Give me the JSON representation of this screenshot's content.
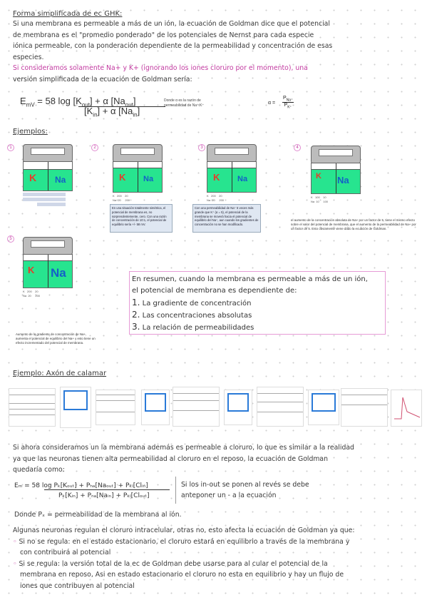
{
  "section1": {
    "title": "Forma simplificada de ec GHK:",
    "lines": [
      "Si una membrana es permeable a más de un ión, la ecuación de Goldman dice que el potencial",
      "de membrana es el \"promedio ponderado\" de los potenciales de Nernst para cada especie",
      "iónica permeable, con la ponderación dependiente de la permeabilidad y concentración de esas",
      "especies."
    ],
    "pink_line": "Si consideramos solamente Na+ y K+ (ignorando los iones cloruro por el momento), una",
    "line_after": "versión simplificada de la ecuación de Goldman sería:"
  },
  "formula1": {
    "lhs": "E",
    "lhs_sub": "mV",
    "eq": " =  58 log ",
    "numerator": "[K",
    "num_sub1": "out",
    "num_mid": "] + α [Na",
    "num_sub2": "out",
    "num_end": "]",
    "denominator": "[K",
    "den_sub1": "in",
    "den_mid": "] + α [Na",
    "den_sub2": "in",
    "den_end": "]",
    "note": "Donde α es la razón de permeabilidad de Na⁺:K⁺",
    "alpha_label": "α = ",
    "alpha_num": "P",
    "alpha_num_sub": "Na⁺",
    "alpha_den": "P",
    "alpha_den_sub": "K⁺"
  },
  "examples_title": "Ejemplos:",
  "experiments": [
    {
      "num": "1",
      "k": "K",
      "na": "Na"
    },
    {
      "num": "2",
      "k": "K",
      "na": "Na",
      "caption": "En una situación totalmente simétrica, el potencial de membrana es, no sorprendentemente, cero. Con una razón de concentración de 10:1, el potencial de equilibrio sería +/- 58 mV."
    },
    {
      "num": "3",
      "k": "K",
      "na": "Na",
      "caption": "Con una permeabilidad de Na⁺ 5 veces más grande que K⁺ (α = 5), el potencial de la membrana se moverá hacia el potencial de equilibrio del Na⁺, aun cuando los gradientes de concentración no se han modificado."
    },
    {
      "num": "4",
      "k": "K",
      "na": "Na",
      "caption": "el aumento de la concentración absoluta de Na+ por un factor de 5, tiene el mismo efecto sobre el valor del potencial de membrana, que el aumento de la permeabilidad de Na+ por un factor de 5. Esto obviamente viene dado la ecuación de Goldman."
    },
    {
      "num": "5",
      "k": "K",
      "na": "Na",
      "caption": "Aumento de la gradiente de concentración de Na+, aumenta el potencial de equilibrio del Na+ y esto tiene un efecto incrementado del potencial de membrana."
    }
  ],
  "summary": {
    "intro1": "En resumen, cuando la membrana es permeable a más de un ión,",
    "intro2": "el potencial de membrana es dependiente de:",
    "items": [
      {
        "n": "1.",
        "text": "La gradiente de concentración"
      },
      {
        "n": "2.",
        "text": "Las concentraciones absolutas"
      },
      {
        "n": "3.",
        "text": "La relación de permeabilidades"
      }
    ]
  },
  "example2_title": "Ejemplo: Axón de calamar",
  "section2": {
    "lines": [
      "Si ahora consideramos un la membrana además es permeable a cloruro, lo que es similar a la realidad",
      "ya que las neuronas tienen alta permeabilidad al cloruro en el reposo, la ecuación de Goldman",
      "quedaría como:"
    ]
  },
  "formula2": {
    "top": "Eₘ = 58 log Pₖ[Kₒᵤₜ] + Pₙₐ[Naₒᵤₜ] + Pₖₗ[Clᵢₙ]",
    "bottom": "Pₖ[Kᵢₙ] + Pₙₐ[Naᵢₙ] + Pₖₗ[Clₒᵤₜ]",
    "note1": "Si los in-out se ponen al revés se debe",
    "note2": "anteponer un - a la ecuación",
    "donde": "Donde Pₓ = permeabilidad de la membrana al ión."
  },
  "section3": {
    "line1": "Algunas neuronas regulan el cloruro intracelular, otras no, esto afecta la ecuación de Goldman ya que:",
    "bullet1a": "Si no se regula: en el estado estacionario, el cloruro estará en equilibrio a través de la membrana y",
    "bullet1b": "con contribuirá al potencial",
    "bullet2a": "Si se regula: la versión total de la ec de Goldman debe usarse para al cular el potencial de la",
    "bullet2b": "membrana en reposo, Asi en estado estacionario el cloruro no esta en equilibrio y hay un flujo de",
    "bullet2c": "iones que contribuyen al potencial"
  },
  "colors": {
    "pink": "#c23aa0",
    "liquid": "#27e48f",
    "k": "#e83a2a",
    "na": "#1460c8"
  }
}
